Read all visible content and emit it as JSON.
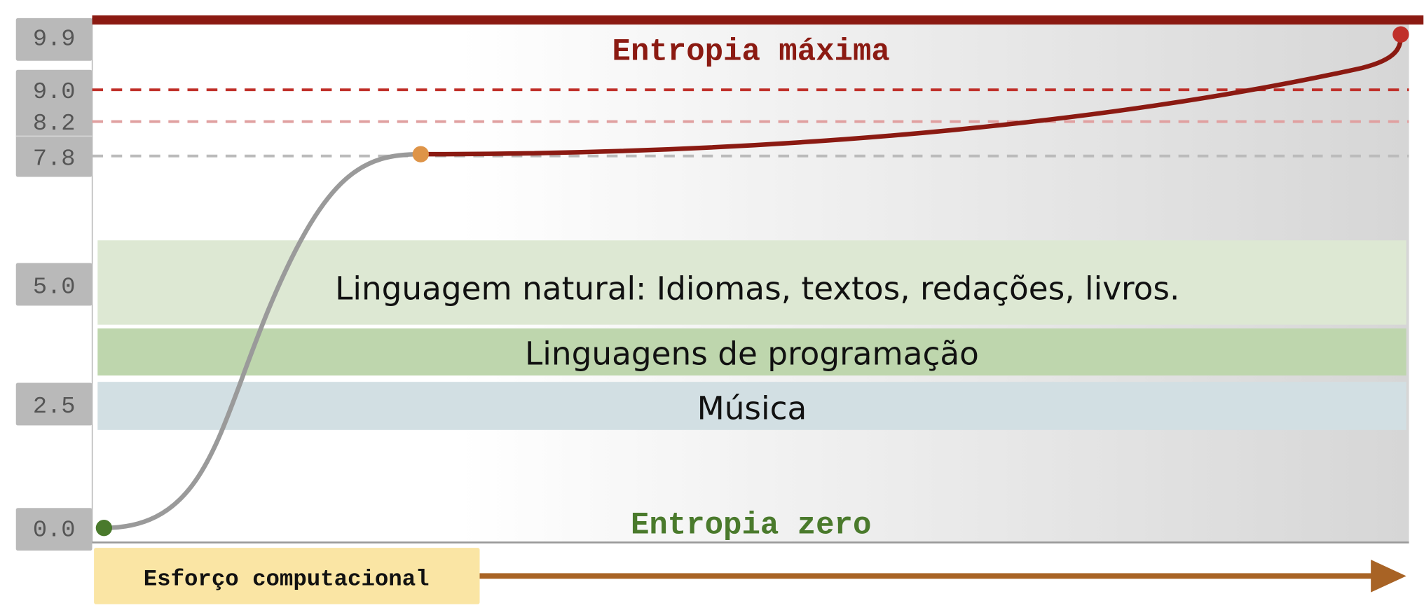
{
  "chart_data": {
    "type": "line",
    "title": "",
    "xlabel": "Esforço computacional",
    "ylabel": "",
    "y_ticks": [
      "9.9",
      "9.0",
      "8.2",
      "7.8",
      "5.0",
      "2.5",
      "0.0"
    ],
    "ylim": [
      0,
      9.9
    ],
    "top_label": "Entropia máxima",
    "bottom_label": "Entropia zero",
    "reference_lines": [
      {
        "value": 9.9,
        "style": "solid",
        "color": "#8b1a12"
      },
      {
        "value": 9.0,
        "style": "dashed",
        "color": "#c0302a"
      },
      {
        "value": 8.2,
        "style": "dashed",
        "color": "#e0a0a0"
      },
      {
        "value": 7.8,
        "style": "dashed",
        "color": "#bbbbbb"
      }
    ],
    "bands": [
      {
        "label": "Linguagem natural: Idiomas, textos, redações, livros.",
        "color": "#dde8d3"
      },
      {
        "label": "Linguagens de programação",
        "color": "#bed6ad"
      },
      {
        "label": "Música",
        "color": "#d2dfe3"
      }
    ],
    "series": [
      {
        "name": "gray-segment",
        "color": "#9a9a9a",
        "from": 0.0,
        "to": 7.8
      },
      {
        "name": "red-segment",
        "color": "#8b1a12",
        "from": 7.8,
        "to": 9.9
      }
    ],
    "points": [
      {
        "value": 0.0,
        "color": "#4a7a2c"
      },
      {
        "value": 7.8,
        "color": "#de9448"
      },
      {
        "value": 9.9,
        "color": "#c0302a"
      }
    ]
  }
}
